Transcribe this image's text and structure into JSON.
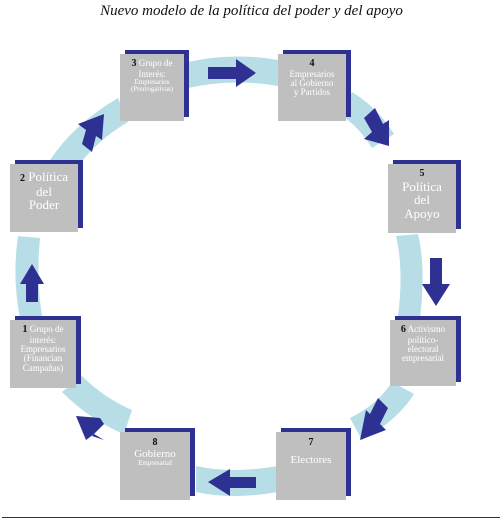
{
  "title": "Nuevo modelo de la política del poder y del apoyo",
  "colors": {
    "ring": "#b7dde6",
    "arrow": "#2e3192",
    "box": "#bfbfbf",
    "shadow": "#2e3192"
  },
  "nodes": [
    {
      "num": "3",
      "lines": [
        "Grupo de",
        "Interés:"
      ],
      "small": [
        "Empresarios",
        "(Prerrogativas)"
      ]
    },
    {
      "num": "4",
      "lines": [
        "Empresarios",
        "al Gobierno",
        "y Partidos"
      ],
      "small": []
    },
    {
      "num": "5",
      "lines": [
        "Política",
        "del",
        "Apoyo"
      ],
      "small": []
    },
    {
      "num": "6",
      "lines": [
        "Activismo",
        "político-",
        "electoral",
        "empresarial"
      ],
      "small": []
    },
    {
      "num": "7",
      "lines": [
        "Electores"
      ],
      "small": []
    },
    {
      "num": "8",
      "lines": [
        "Gobierno"
      ],
      "small": [
        "Empresarial"
      ]
    },
    {
      "num": "1",
      "lines": [
        "Grupo de",
        "interés:",
        "Empresarios",
        "(Financian",
        "Campañas)"
      ],
      "small": []
    },
    {
      "num": "2",
      "lines": [
        "Política",
        "del",
        "Poder"
      ],
      "small": []
    }
  ]
}
